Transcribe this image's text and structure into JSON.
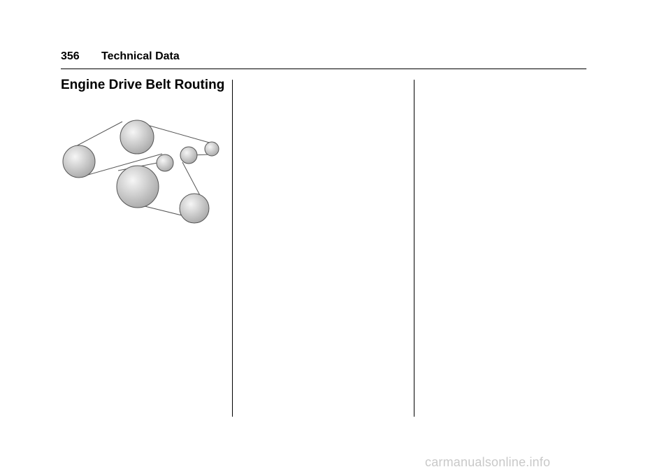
{
  "header": {
    "page_number": "356",
    "section_title": "Technical Data"
  },
  "heading": "Engine Drive Belt Routing",
  "diagram": {
    "pulleys": [
      "pulley-left",
      "pulley-top",
      "pulley-small-idler",
      "pulley-right-small",
      "pulley-far-right",
      "pulley-crank",
      "pulley-bottom-right"
    ],
    "fill_light": "#f6f6f6",
    "fill_dark": "#a8a8a8",
    "stroke": "#555555"
  },
  "watermark": "carmanualsonline.info"
}
